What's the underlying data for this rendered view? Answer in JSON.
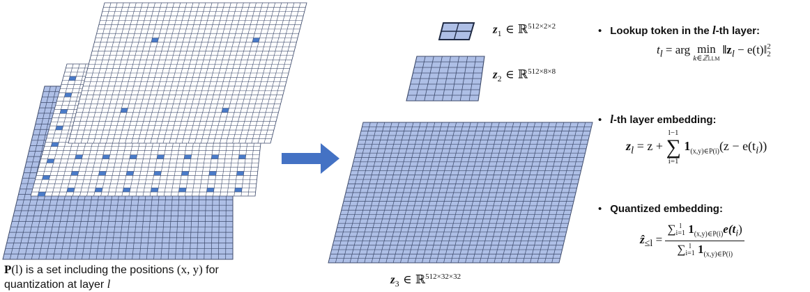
{
  "diagram": {
    "left_caption": {
      "part1": "P",
      "part2": "(l)",
      "part3": " is a set including the positions ",
      "part4": "(x, y)",
      "part5": " for",
      "part6": "quantization at layer ",
      "part7": "l"
    },
    "z_labels": {
      "z1": {
        "var": "z",
        "sub": "1",
        "in": " ∈ ℝ",
        "sup": "512×2×2"
      },
      "z2": {
        "var": "z",
        "sub": "2",
        "in": " ∈ ℝ",
        "sup": "512×8×8"
      },
      "z3": {
        "var": "z",
        "sub": "3",
        "in": " ∈ ℝ",
        "sup": "512×32×32"
      }
    },
    "bullets": {
      "lookup": {
        "pre": "Lookup token in the ",
        "var": "l",
        "post": "-th layer:"
      },
      "embedding": {
        "var": "l",
        "post": "-th layer embedding:"
      },
      "quantized": {
        "text": "Quantized embedding:"
      }
    },
    "equations": {
      "lookup": {
        "lhs": "t",
        "lhs_sub": "l",
        "eq": " = arg ",
        "op": "min",
        "op_sub": "k∈ℤ",
        "op_sub2": "LLM",
        "body": "‖z",
        "body_sub": "l",
        "body2": " − e(t)‖",
        "sup": "2",
        "sub2": "2"
      },
      "embedding": {
        "lhs": "z",
        "lhs_sub": "l",
        "eq": " = z + ",
        "sum_top": "l−1",
        "sum_bot": "i=1",
        "body": "1",
        "ind": "(x,y)∈P(i)",
        "tail": "(z − e(t",
        "tail_sub": "i",
        "tail_end": "))"
      },
      "quantized": {
        "lhs": "ẑ",
        "lhs_sub": "≤l",
        "eq": " = ",
        "num_sum": "∑",
        "num_top": "l",
        "num_bot": "i=1",
        "num_body": " 1",
        "num_ind": "(x,y)∈P(i)",
        "num_tail": "e(t",
        "num_tail_sub": "i",
        "num_tail_end": ")",
        "den_sum": "∑",
        "den_top": "l",
        "den_bot": "i=1",
        "den_body": " 1",
        "den_ind": "(x,y)∈P(i)"
      }
    },
    "colors": {
      "grid_blue": "#aebfe6",
      "grid_line": "#3d4a6b",
      "marker_blue": "#4a7bc8",
      "arrow": "#4472c4"
    }
  }
}
